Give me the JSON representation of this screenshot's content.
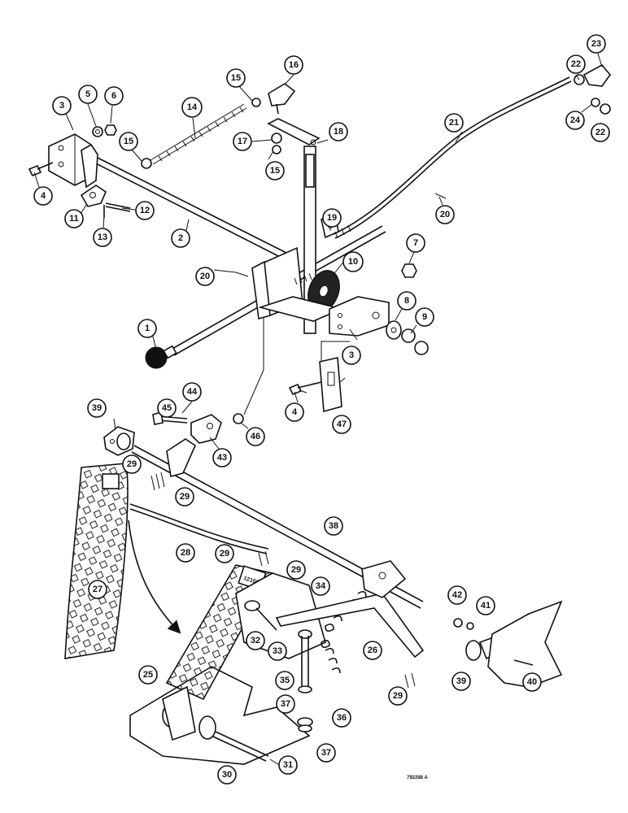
{
  "callouts": [
    "1",
    "2",
    "3",
    "4",
    "5",
    "6",
    "7",
    "8",
    "9",
    "10",
    "11",
    "12",
    "13",
    "14",
    "15",
    "16",
    "17",
    "18",
    "19",
    "20",
    "21",
    "22",
    "23",
    "24",
    "25",
    "26",
    "27",
    "28",
    "29",
    "30",
    "31",
    "32",
    "33",
    "34",
    "35",
    "36",
    "37",
    "38",
    "39",
    "40",
    "41",
    "42",
    "43",
    "44",
    "45",
    "46",
    "47"
  ],
  "drawing_code": "792288 A"
}
